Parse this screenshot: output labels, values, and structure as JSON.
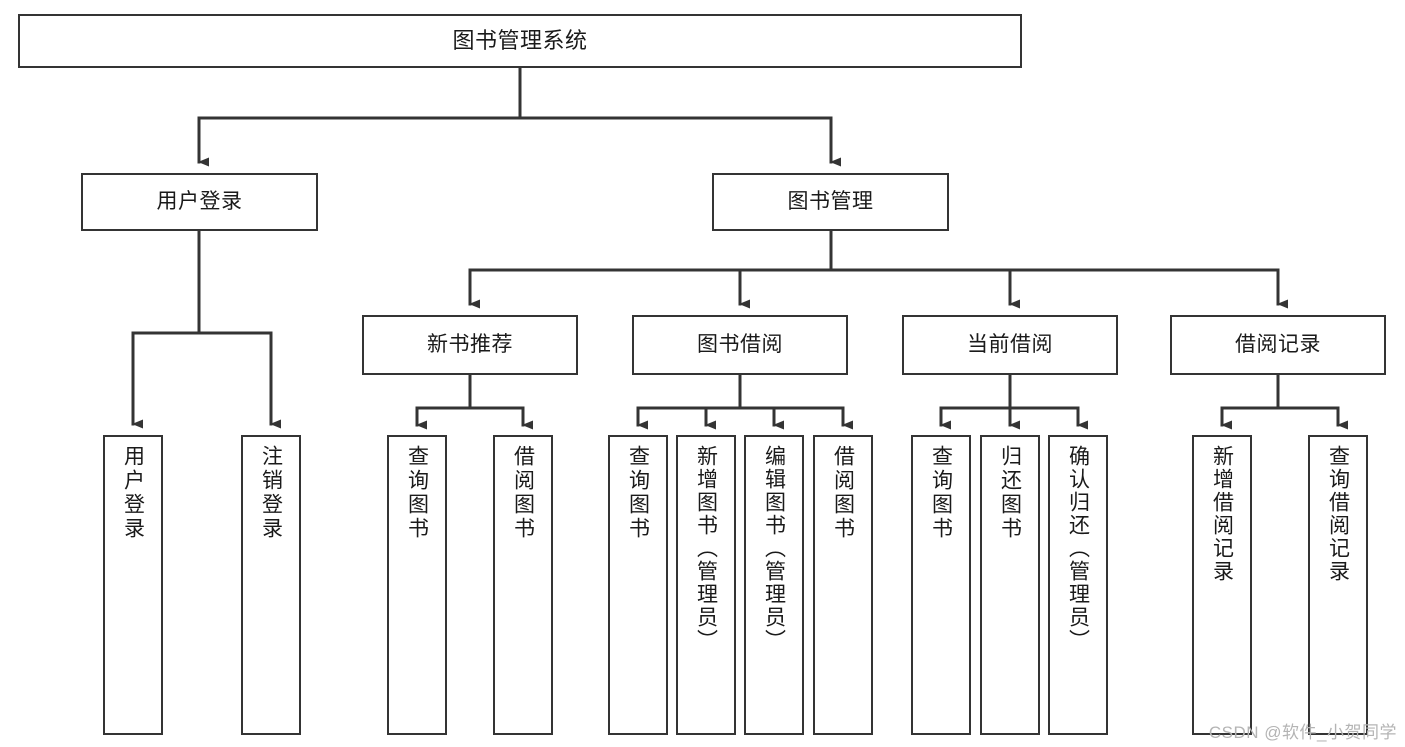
{
  "diagram": {
    "type": "hierarchy-tree",
    "title": "图书管理系统",
    "watermark": "CSDN @软件_小贺同学",
    "colors": {
      "stroke": "#343434",
      "box_fill": "#ffffff",
      "text": "#1a1a1a",
      "watermark": "#b4b4b4",
      "background": "#ffffff"
    },
    "nodes": {
      "root": {
        "label": "图书管理系统"
      },
      "level1": [
        {
          "id": "user-login",
          "label": "用户登录"
        },
        {
          "id": "book-manage",
          "label": "图书管理"
        }
      ],
      "level2": [
        {
          "id": "new-book-recommend",
          "label": "新书推荐"
        },
        {
          "id": "book-borrow",
          "label": "图书借阅"
        },
        {
          "id": "current-borrow",
          "label": "当前借阅"
        },
        {
          "id": "borrow-record",
          "label": "借阅记录"
        }
      ],
      "leaves": {
        "user_login": [
          {
            "id": "leaf-user-login",
            "label": "用户登录"
          },
          {
            "id": "leaf-logout-login",
            "label": "注销登录"
          }
        ],
        "new_book_recommend": [
          {
            "id": "leaf-query-book-1",
            "label": "查询图书"
          },
          {
            "id": "leaf-borrow-book-1",
            "label": "借阅图书"
          }
        ],
        "book_borrow": [
          {
            "id": "leaf-query-book-2",
            "label": "查询图书"
          },
          {
            "id": "leaf-add-book",
            "label": "新增图书（管理员）"
          },
          {
            "id": "leaf-edit-book",
            "label": "编辑图书（管理员）"
          },
          {
            "id": "leaf-borrow-book-2",
            "label": "借阅图书"
          }
        ],
        "current_borrow": [
          {
            "id": "leaf-query-book-3",
            "label": "查询图书"
          },
          {
            "id": "leaf-return-book",
            "label": "归还图书"
          },
          {
            "id": "leaf-confirm-return",
            "label": "确认归还（管理员）"
          }
        ],
        "borrow_record": [
          {
            "id": "leaf-add-record",
            "label": "新增借阅记录"
          },
          {
            "id": "leaf-query-record",
            "label": "查询借阅记录"
          }
        ]
      }
    }
  }
}
